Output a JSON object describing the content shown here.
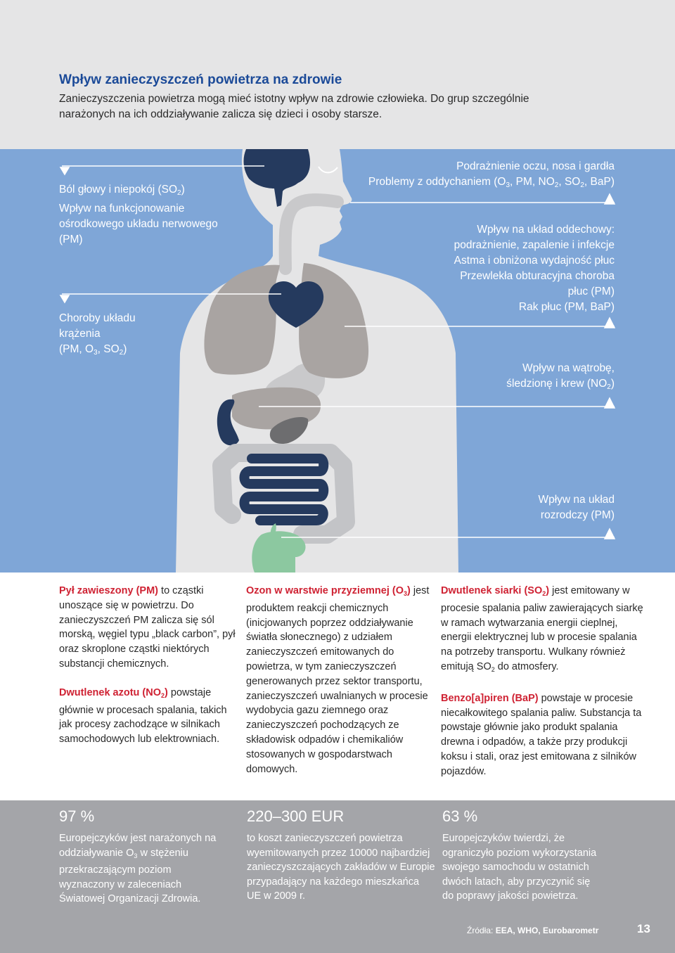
{
  "header": {
    "title": "Wpływ zanieczyszczeń powietrza na zdrowie",
    "intro_line1": "Zanieczyszczenia powietrza mogą mieć istotny wpływ na zdrowie człowieka. Do grup szczególnie",
    "intro_line2": "narażonych na ich oddziaływanie zalicza się dzieci i osoby starsze."
  },
  "colors": {
    "title_blue": "#1b4a98",
    "background_blue": "#7fa6d7",
    "body_silhouette": "#e5e5e6",
    "organ_navy": "#253a5e",
    "organ_grey": "#a9a4a2",
    "intestine_grey": "#c3c4c7",
    "accent_red": "#cf2233",
    "stats_grey": "#a4a5a9",
    "bladder_green": "#8cc8a0"
  },
  "labels": {
    "brain": {
      "l1": "Ból głowy i niepokój (SO",
      "l1_sub": "2",
      "l1_end": ")",
      "l2": "Wpływ na funkcjonowanie",
      "l3": "ośrodkowego układu nerwowego",
      "l4": "(PM)"
    },
    "eyes": {
      "l1": "Podrażnienie oczu, nosa i gardła",
      "l2a": "Problemy z oddychaniem (O",
      "l2a_sub": "3",
      "l2b": ", PM, NO",
      "l2b_sub": "2",
      "l2c": ", SO",
      "l2c_sub": "2",
      "l2d": ", BaP)"
    },
    "respiratory": {
      "l1": "Wpływ na układ oddechowy:",
      "l2": "podrażnienie, zapalenie i infekcje",
      "l3": "Astma i obniżona wydajność płuc",
      "l4": "Przewlekła obturacyjna choroba",
      "l5": "płuc (PM)",
      "l6": "Rak płuc (PM, BaP)"
    },
    "heart": {
      "l1": "Choroby układu",
      "l2": "krążenia",
      "l3a": "(PM, O",
      "l3a_sub": "3",
      "l3b": ", SO",
      "l3b_sub": "2",
      "l3c": ")"
    },
    "liver": {
      "l1": "Wpływ na wątrobę,",
      "l2a": "śledzionę i krew (NO",
      "l2a_sub": "2",
      "l2b": ")"
    },
    "reproductive": {
      "l1": "Wpływ na układ",
      "l2": "rozrodczy (PM)"
    }
  },
  "columns": {
    "pm": {
      "term": "Pył zawieszony (PM)",
      "text": " to cząstki unoszące się w powietrzu. Do zanieczyszczeń PM zalicza się sól morską, węgiel typu „black carbon”, pył oraz skroplone cząstki niektórych substancji chemicznych."
    },
    "no2": {
      "term_a": "Dwutlenek azotu (NO",
      "term_sub": "2",
      "term_b": ")",
      "text": " powstaje głównie w procesach spalania, takich jak procesy zachodzące w silnikach samochodowych lub elektrowniach."
    },
    "o3": {
      "term_a": "Ozon w warstwie przyziemnej (O",
      "term_sub": "3",
      "term_b": ")",
      "text": " jest produktem reakcji chemicznych (inicjowanych poprzez oddziaływanie światła słonecznego) z udziałem zanieczyszczeń emitowanych do powietrza, w tym zanieczyszczeń generowanych przez sektor transportu, zanieczyszczeń uwalnianych w procesie wydobycia gazu ziemnego oraz zanieczyszczeń pochodzących ze składowisk odpadów i chemikaliów stosowanych w gospodarstwach domowych."
    },
    "so2": {
      "term_a": "Dwutlenek siarki (SO",
      "term_sub": "2",
      "term_b": ")",
      "text_a": " jest emitowany w procesie spalania paliw zawierających siarkę w ramach wytwarzania energii cieplnej, energii elektrycznej lub w procesie spalania na potrzeby transportu. Wulkany również emitują SO",
      "text_sub": "2",
      "text_b": " do atmosfery."
    },
    "bap": {
      "term": "Benzo[a]piren (BaP)",
      "text": " powstaje w procesie niecałkowitego spalania paliw. Substancja ta powstaje głównie jako produkt spalania drewna i odpadów, a także przy produkcji koksu i stali, oraz jest emitowana z silników pojazdów."
    }
  },
  "stats": [
    {
      "value": "97 %",
      "text_a": "Europejczyków jest narażonych na oddziaływanie O",
      "text_sub": "3",
      "text_b": " w stężeniu przekraczającym poziom wyznaczony w zaleceniach Światowej Organizacji Zdrowia."
    },
    {
      "value": "220–300 EUR",
      "text_a": "to koszt zanieczyszczeń powietrza wyemitowanych przez 10000 najbardziej zanieczyszczających zakładów w Europie przypadający na każdego mieszkańca UE w 2009 r.",
      "text_sub": "",
      "text_b": ""
    },
    {
      "value": "63 %",
      "text_a": "Europejczyków twierdzi, że ograniczyło poziom wykorzystania swojego samochodu w ostatnich dwóch latach, aby przyczynić się do poprawy jakości powietrza.",
      "text_sub": "",
      "text_b": ""
    }
  ],
  "footer": {
    "sources_label": "Źródła: ",
    "sources_value": "EEA, WHO, Eurobarometr",
    "page_number": "13"
  }
}
